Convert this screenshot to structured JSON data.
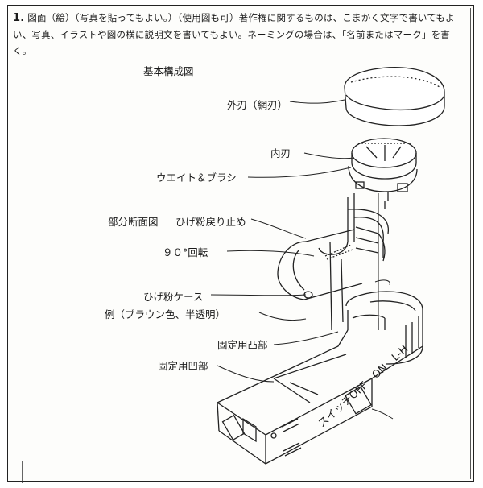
{
  "intro": {
    "number": "1.",
    "text": "図面（絵）（写真を貼ってもよい。）（使用図も可）著作権に関するものは、こまかく文字で書いてもよい、写真、イラストや図の横に説明文を書いてもよい。ネーミングの場合は、「名前またはマーク」を書く。"
  },
  "figure": {
    "title": "基本構成図",
    "labels": {
      "outer_blade": "外刃（網刃）",
      "inner_blade": "内刃",
      "weight_brush": "ウエイト＆ブラシ",
      "section_view": "部分断面図",
      "stopper": "ひげ粉戻り止め",
      "rotation": "９０°回転",
      "case": "ひげ粉ケース",
      "case_example": "例（ブラウン色、半透明）",
      "convex": "固定用凸部",
      "concave": "固定用凹部",
      "switch": "スイッチOFF　ON　L-H"
    }
  }
}
